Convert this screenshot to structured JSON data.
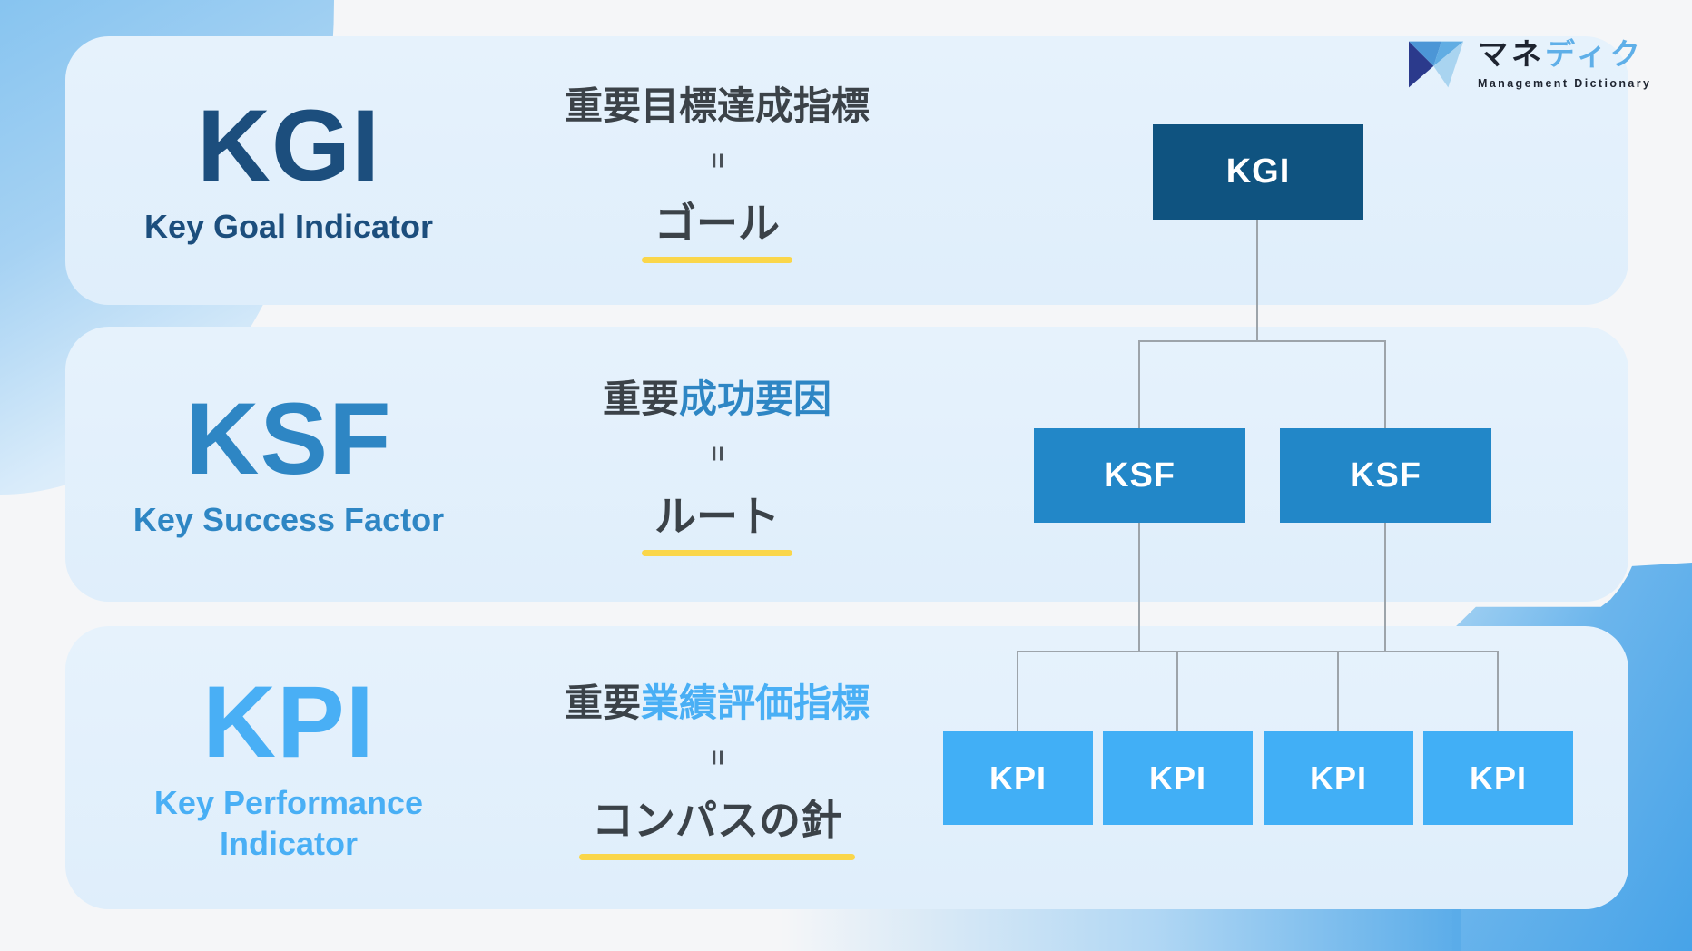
{
  "page": {
    "background": "#F5F6F8",
    "panel_color": "#E2EFFB",
    "underline_color": "#FAD64A",
    "decor_gradient_blue": "#47A3E8"
  },
  "logo": {
    "brand_black": "マネ",
    "brand_blue": "ディク",
    "subtitle": "Management Dictionary"
  },
  "rows": [
    {
      "abbr": "KGI",
      "full_name": "Key Goal Indicator",
      "jp_plain": "重要目標達成指標",
      "jp_colored": "",
      "equals": "=",
      "keyword": "ゴール",
      "accent": "#1C4E7D"
    },
    {
      "abbr": "KSF",
      "full_name": "Key Success Factor",
      "jp_plain": "重要",
      "jp_colored": "成功要因",
      "equals": "=",
      "keyword": "ルート",
      "accent": "#2E86C4"
    },
    {
      "abbr": "KPI",
      "full_name": "Key Performance Indicator",
      "jp_plain": "重要",
      "jp_colored": "業績評価指標",
      "equals": "=",
      "keyword": "コンパスの針",
      "accent": "#49AFF5"
    }
  ],
  "diagram": {
    "root_label": "KGI",
    "mid_labels": [
      "KSF",
      "KSF"
    ],
    "leaf_labels": [
      "KPI",
      "KPI",
      "KPI",
      "KPI"
    ],
    "colors": {
      "root": "#0F5380",
      "mid": "#2287C8",
      "leaf": "#41AFF6",
      "connector": "#9DA4AA"
    }
  }
}
